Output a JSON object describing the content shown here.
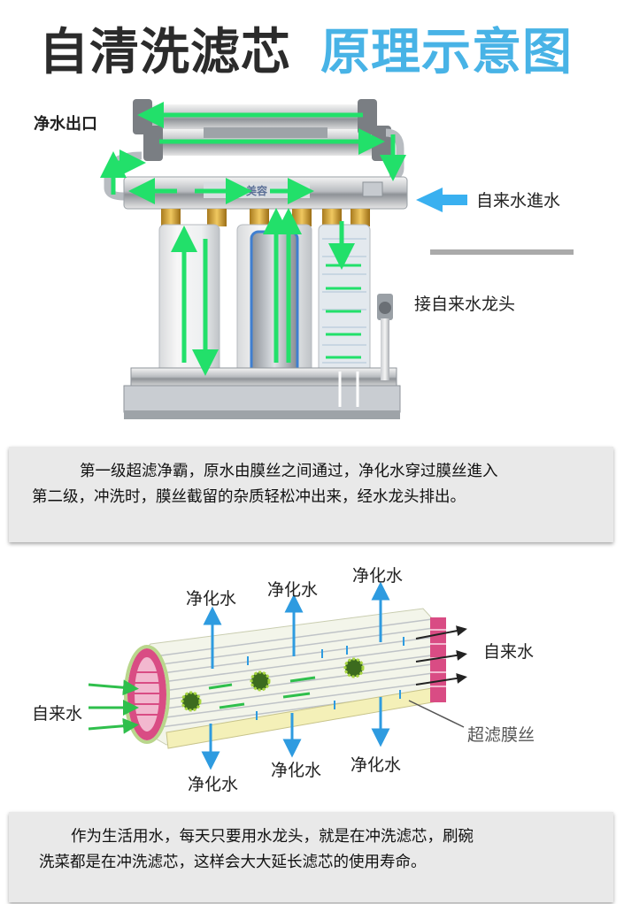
{
  "title": {
    "main": "自清洗滤芯",
    "accent": "原理示意图"
  },
  "diagram1": {
    "outlet_label": "净水出口",
    "inlet_label": "自来水進水",
    "faucet_label": "接自来水龙头",
    "brand_text": "美容"
  },
  "panel1": {
    "text_line1": "第一级超滤净霸，原水由膜丝之间通过，净化水穿过膜丝進入",
    "text_line2": "第二级，冲洗时，膜丝截留的杂质轻松冲出来，经水龙头排出。"
  },
  "diagram2": {
    "purified_top_left": "净化水",
    "purified_top_mid": "净化水",
    "purified_top_right": "净化水",
    "tap_water_right": "自来水",
    "tap_water_left": "自来水",
    "membrane_label": "超滤膜丝",
    "purified_bottom_left": "净化水",
    "purified_bottom_mid": "净化水",
    "purified_bottom_right": "净化水"
  },
  "panel2": {
    "text_line1": "作为生活用水，每天只要用水龙头，就是在冲洗滤芯，刷碗",
    "text_line2": "洗菜都是在冲洗滤芯，这样会大大延长滤芯的使用寿命。"
  },
  "colors": {
    "accent_blue": "#48b3e6",
    "flow_green": "#22e06a",
    "membrane_pink": "#d94c84",
    "panel_gray": "#e9e9e9"
  }
}
